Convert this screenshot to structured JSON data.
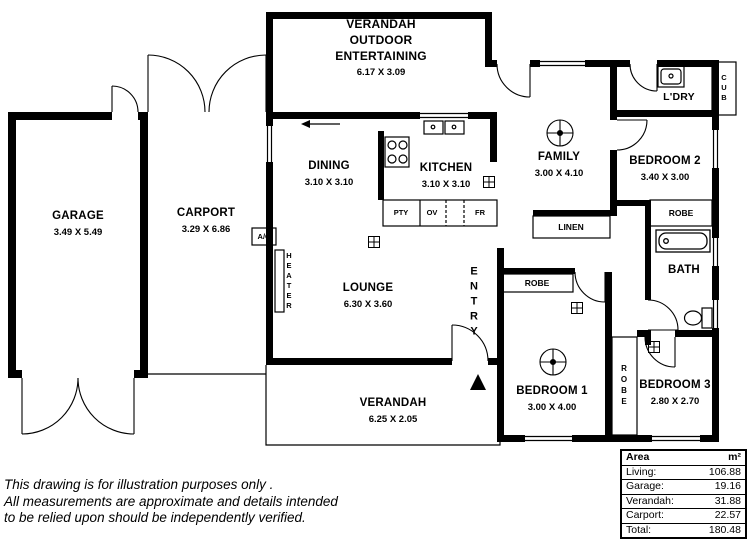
{
  "rooms": {
    "garage": {
      "name": "GARAGE",
      "dims": "3.49 X 5.49"
    },
    "carport": {
      "name": "CARPORT",
      "dims": "3.29 X 6.86"
    },
    "verandah_top": {
      "line1": "VERANDAH",
      "line2": "OUTDOOR",
      "line3": "ENTERTAINING",
      "dims": "6.17 X 3.09"
    },
    "dining": {
      "name": "DINING",
      "dims": "3.10 X 3.10"
    },
    "kitchen": {
      "name": "KITCHEN",
      "dims": "3.10 X 3.10"
    },
    "family": {
      "name": "FAMILY",
      "dims": "3.00 X 4.10"
    },
    "laundry": {
      "name": "L'DRY"
    },
    "bedroom2": {
      "name": "BEDROOM 2",
      "dims": "3.40 X 3.00"
    },
    "bath": {
      "name": "BATH"
    },
    "lounge": {
      "name": "LOUNGE",
      "dims": "6.30 X 3.60"
    },
    "entry": {
      "name": "ENTRY"
    },
    "bedroom1": {
      "name": "BEDROOM 1",
      "dims": "3.00 X 4.00"
    },
    "bedroom3": {
      "name": "BEDROOM 3",
      "dims": "2.80 X 2.70"
    },
    "verandah_bottom": {
      "name": "VERANDAH",
      "dims": "6.25 X 2.05"
    }
  },
  "features": {
    "heater": "HEATER",
    "ac": "A/C",
    "linen": "LINEN",
    "robe_bed1": "ROBE",
    "robe_bed2": "ROBE",
    "robe_bed3": "ROBE",
    "cub": "CUB",
    "pantry": "PTY",
    "oven": "OV",
    "fridge": "FR"
  },
  "disclaimer": [
    "This drawing is for illustration purposes only .",
    "All measurements are approximate and details intended",
    "to be relied upon should be independently verified."
  ],
  "area_table": {
    "header": {
      "col1": "Area",
      "col2": "m²"
    },
    "rows": [
      {
        "label": "Living:",
        "value": "106.88"
      },
      {
        "label": "Garage:",
        "value": "19.16"
      },
      {
        "label": "Verandah:",
        "value": "31.88"
      },
      {
        "label": "Carport:",
        "value": "22.57"
      },
      {
        "label": "Total:",
        "value": "180.48"
      }
    ]
  },
  "colors": {
    "line": "#000000",
    "background": "#ffffff"
  }
}
